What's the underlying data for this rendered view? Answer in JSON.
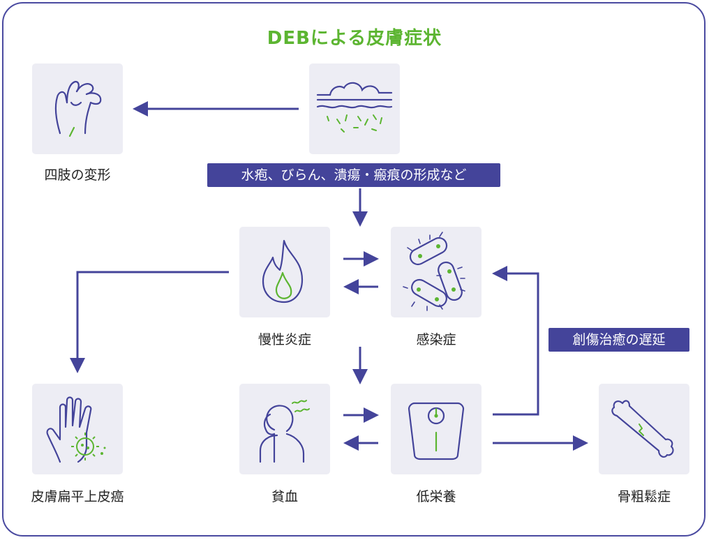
{
  "title": "DEBによる皮膚症状",
  "nodes": {
    "limb_deformity": "四肢の変形",
    "chronic_inflammation": "慢性炎症",
    "infection": "感染症",
    "skin_scc": "皮膚扁平上皮癌",
    "anemia": "貧血",
    "malnutrition": "低栄養",
    "osteoporosis": "骨粗鬆症"
  },
  "banners": {
    "skin_lesions": "水疱、びらん、潰瘍・瘢痕の形成など",
    "delayed_healing": "創傷治癒の遅延"
  },
  "colors": {
    "title_green": "#5cb531",
    "navy": "#44449a",
    "tile_bg": "#ededf4"
  },
  "icons": [
    "skin-blister-icon",
    "deformed-hand-icon",
    "flame-icon",
    "bacteria-icon",
    "hand-cancer-icon",
    "anemia-person-icon",
    "scale-icon",
    "bone-icon"
  ]
}
